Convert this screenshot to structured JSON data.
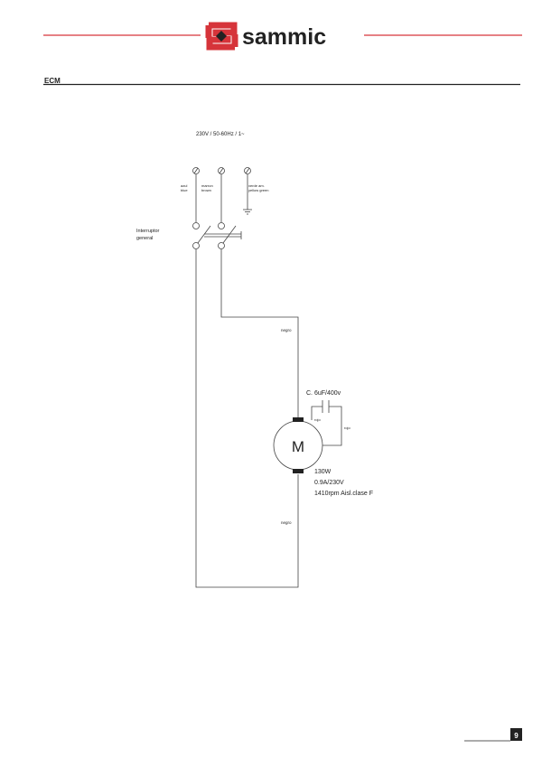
{
  "header": {
    "brand": "sammic",
    "section": "ECM"
  },
  "diagram": {
    "supply": "230V / 50-60Hz / 1~",
    "wires": [
      {
        "es": "azul",
        "en": "blue"
      },
      {
        "es": "marron",
        "en": "brown"
      },
      {
        "es": "verde am.",
        "en": "yellow green"
      }
    ],
    "switch_label_1": "Interruptor",
    "switch_label_2": "general",
    "wire_top": "negro",
    "wire_bottom": "negro",
    "capacitor": "C. 6uF/400v",
    "cap_wire_1": "rojo",
    "cap_wire_2": "rojo",
    "motor_symbol": "M",
    "motor_power": "130W",
    "motor_current": "0.9A/230V",
    "motor_speed": "1410rpm  Aisl.clase F"
  },
  "footer": {
    "page_number": "9"
  },
  "colors": {
    "brand_red": "#d6343a",
    "line": "#333333"
  }
}
